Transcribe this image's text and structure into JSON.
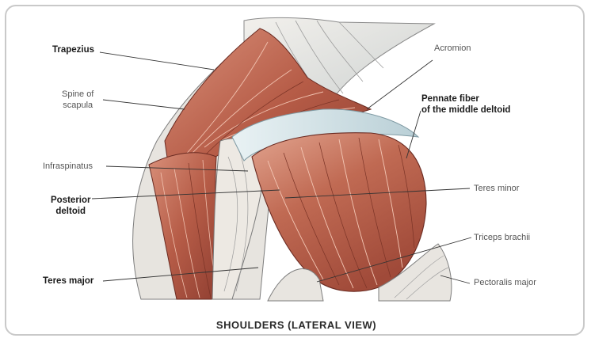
{
  "caption": "SHOULDERS (LATERAL VIEW)",
  "labels": {
    "trapezius": "Trapezius",
    "spine_of_scapula": "Spine of\nscapula",
    "infraspinatus": "Infraspinatus",
    "posterior_deltoid": "Posterior\ndeltoid",
    "teres_major": "Teres major",
    "acromion": "Acromion",
    "pennate_fiber": "Pennate fiber\nof the middle deltoid",
    "teres_minor": "Teres minor",
    "triceps_brachii": "Triceps brachii",
    "pectoralis_major": "Pectoralis major"
  },
  "colors": {
    "muscle": "#b8614d",
    "muscle_light": "#d98d75",
    "tendon": "#d8e6ea",
    "bone_outline": "#ece9e4",
    "leader_line": "#333333"
  }
}
